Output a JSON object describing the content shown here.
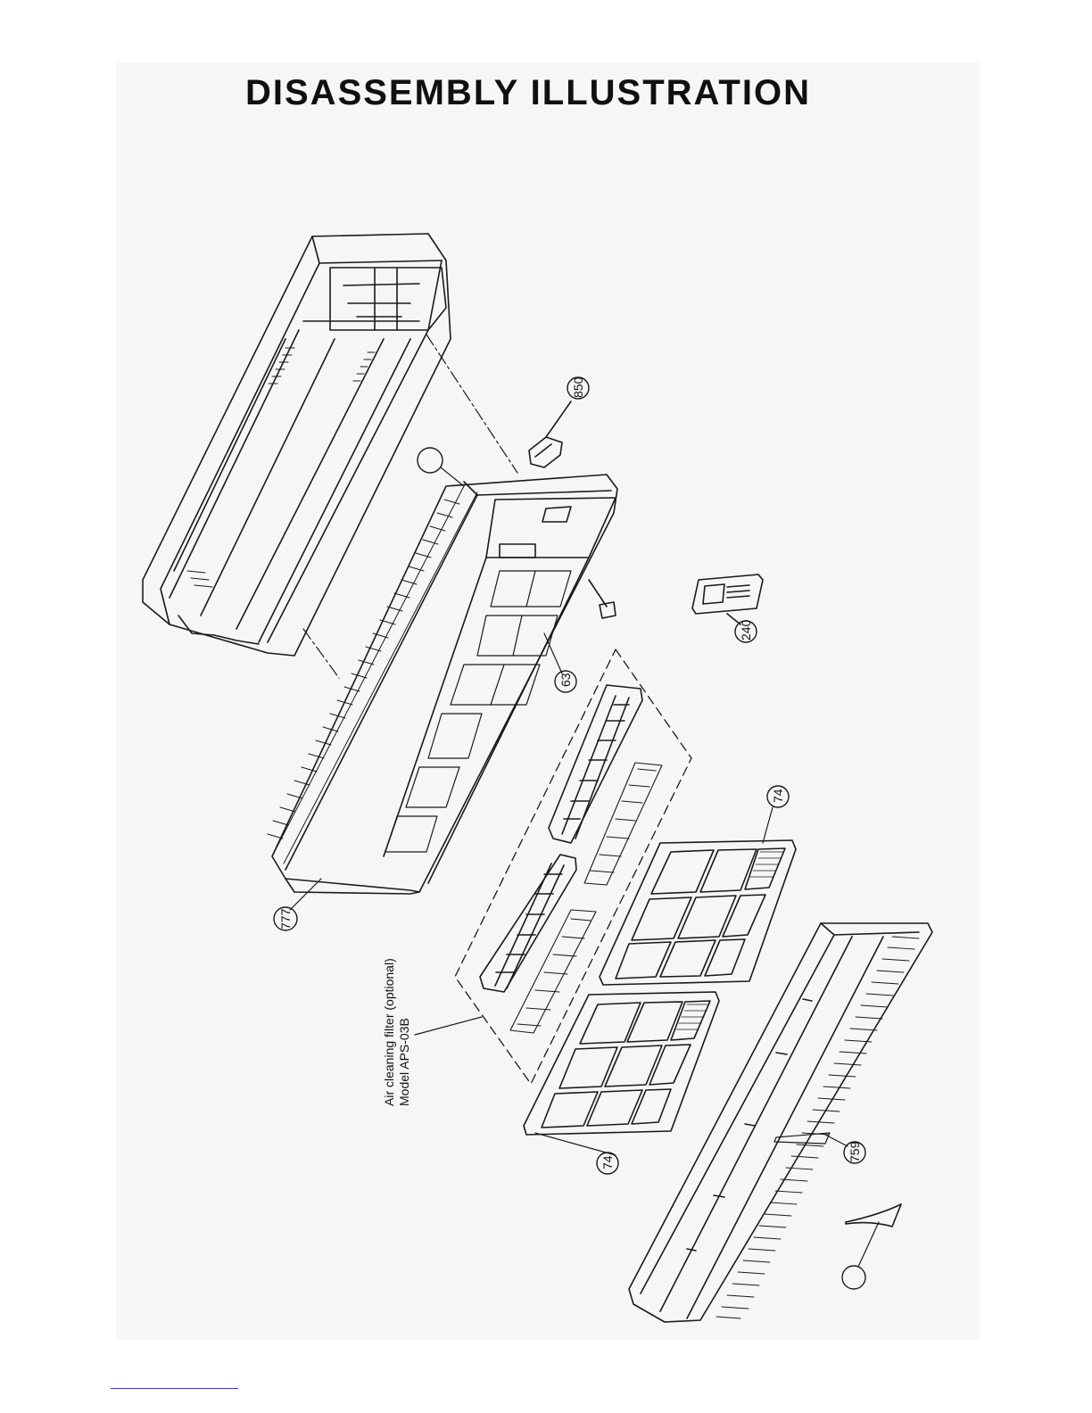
{
  "title": "DISASSEMBLY ILLUSTRATION",
  "callouts": {
    "p850": "850",
    "p240": "240",
    "p63": "63",
    "p74_upper": "74",
    "p74_lower": "74",
    "p777": "777",
    "p759": "759"
  },
  "filter_note": {
    "line1": "Air cleaning filter (optional)",
    "line2": "Model APS-03B"
  }
}
